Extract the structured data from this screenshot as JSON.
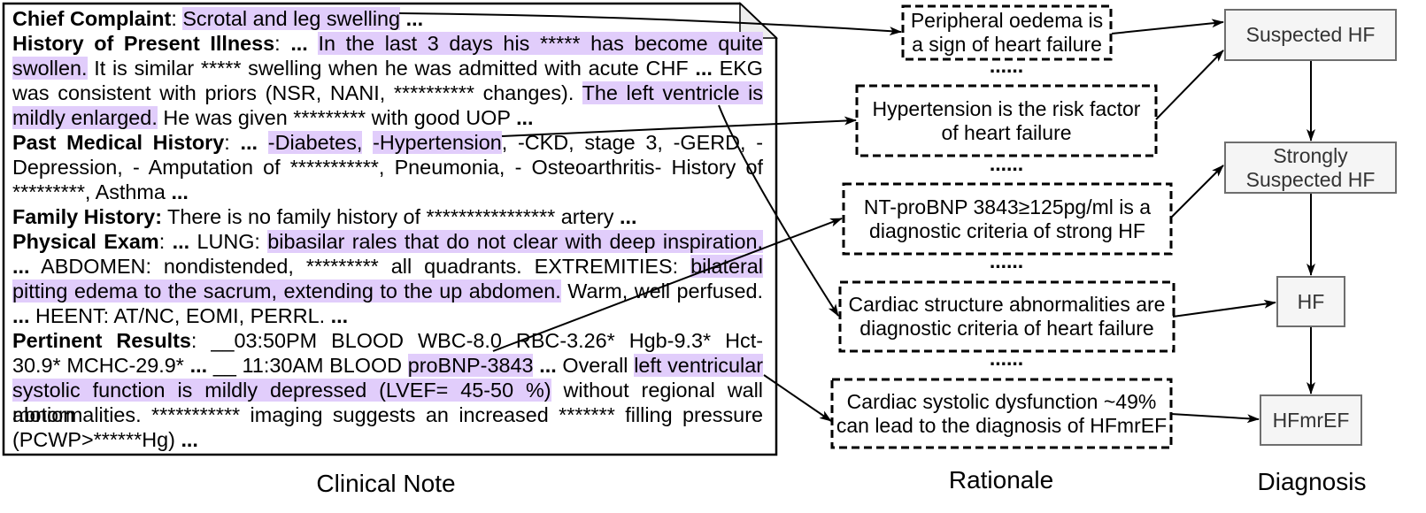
{
  "colors": {
    "highlight": "#e1cdfb",
    "diagnosis_fill": "#f5f5f5",
    "diagnosis_border": "#6e6e6e",
    "diagnosis_text": "#333333",
    "arrow": "#000000"
  },
  "labels": {
    "clinical_note": "Clinical Note",
    "rationale": "Rationale",
    "diagnosis": "Diagnosis"
  },
  "clinical_note": {
    "lines": [
      {
        "align": "left",
        "seg": [
          [
            "Chief Complaint",
            "b"
          ],
          [
            ": ",
            ""
          ],
          [
            "Scrotal and leg swelling",
            "h"
          ],
          [
            " ",
            ""
          ],
          [
            "...",
            "b"
          ]
        ]
      },
      {
        "align": "justify",
        "seg": [
          [
            "History of Present Illness",
            "b"
          ],
          [
            ": ",
            ""
          ],
          [
            "...",
            "b"
          ],
          [
            " ",
            ""
          ],
          [
            "In the last 3 days his ***** has become quite",
            "h"
          ]
        ]
      },
      {
        "align": "justify",
        "seg": [
          [
            "swollen.",
            "h"
          ],
          [
            " It is similar ***** swelling when he was admitted with acute CHF ",
            ""
          ],
          [
            "...",
            "b"
          ],
          [
            " EKG",
            ""
          ]
        ]
      },
      {
        "align": "justify",
        "seg": [
          [
            "was consistent with priors (NSR, NANI, ********** changes). ",
            ""
          ],
          [
            "The left ventricle is",
            "h"
          ]
        ]
      },
      {
        "align": "left",
        "seg": [
          [
            "mildly enlarged.",
            "h"
          ],
          [
            " He was given ********* with good UOP ",
            ""
          ],
          [
            "...",
            "b"
          ]
        ]
      },
      {
        "align": "justify",
        "seg": [
          [
            "Past Medical History",
            "b"
          ],
          [
            ": ",
            ""
          ],
          [
            "...",
            "b"
          ],
          [
            " ",
            ""
          ],
          [
            "-Diabetes,",
            "h"
          ],
          [
            " ",
            ""
          ],
          [
            "-Hypertension",
            "h"
          ],
          [
            ", -CKD, stage 3, -GERD, -",
            ""
          ]
        ]
      },
      {
        "align": "justify",
        "seg": [
          [
            "Depression, - Amputation of ***********, Pneumonia, - Osteoarthritis- History of",
            ""
          ]
        ]
      },
      {
        "align": "left",
        "seg": [
          [
            "*********, Asthma  ",
            ""
          ],
          [
            "...",
            "b"
          ]
        ]
      },
      {
        "align": "left",
        "seg": [
          [
            "Family History:",
            "b"
          ],
          [
            "  There is no family history of **************** artery ",
            ""
          ],
          [
            "...",
            "b"
          ]
        ]
      },
      {
        "align": "justify",
        "seg": [
          [
            "Physical Exam",
            "b"
          ],
          [
            ": ",
            ""
          ],
          [
            "...",
            "b"
          ],
          [
            " LUNG: ",
            ""
          ],
          [
            "bibasilar rales that do not clear with deep inspiration.",
            "h"
          ]
        ]
      },
      {
        "align": "justify",
        "seg": [
          [
            "...",
            "b"
          ],
          [
            " ABDOMEN: nondistended, ********* all quadrants. EXTREMITIES: ",
            ""
          ],
          [
            "bilateral",
            "h"
          ]
        ]
      },
      {
        "align": "justify",
        "seg": [
          [
            "pitting edema to the sacrum, extending to the up abdomen.",
            "h"
          ],
          [
            " Warm, well perfused.",
            ""
          ]
        ]
      },
      {
        "align": "left",
        "seg": [
          [
            "...",
            "b"
          ],
          [
            " HEENT: AT/NC, EOMI, PERRL. ",
            ""
          ],
          [
            "...",
            "b"
          ]
        ]
      },
      {
        "align": "justify",
        "seg": [
          [
            "Pertinent Results",
            "b"
          ],
          [
            ": __03:50PM BLOOD WBC-8.0 RBC-3.26* Hgb-9.3* Hct-",
            ""
          ]
        ]
      },
      {
        "align": "justify",
        "seg": [
          [
            "30.9* MCHC-29.9* ",
            ""
          ],
          [
            "...",
            "b"
          ],
          [
            " __ 11:30AM BLOOD ",
            ""
          ],
          [
            "proBNP-3843",
            "h"
          ],
          [
            " ",
            ""
          ],
          [
            "...",
            "b"
          ],
          [
            " Overall ",
            ""
          ],
          [
            "left ventricular",
            "h"
          ]
        ]
      },
      {
        "align": "justify",
        "seg": [
          [
            "systolic function is mildly depressed (LVEF= 45-50 %)",
            "h"
          ],
          [
            " without regional wall motion",
            ""
          ]
        ]
      },
      {
        "align": "justify",
        "seg": [
          [
            "abnormalities. *********** imaging suggests an increased ******* filling pressure",
            ""
          ]
        ]
      },
      {
        "align": "left",
        "seg": [
          [
            "(PCWP>******Hg) ",
            ""
          ],
          [
            "...",
            "b"
          ]
        ]
      }
    ]
  },
  "rationale": {
    "separator": "......",
    "items": [
      {
        "lines": [
          "Peripheral oedema is",
          "a sign of heart failure"
        ]
      },
      {
        "lines": [
          "Hypertension is the risk factor",
          "of heart failure"
        ]
      },
      {
        "lines": [
          "NT-proBNP 3843≥125pg/ml is a",
          "diagnostic criteria of strong HF"
        ]
      },
      {
        "lines": [
          "Cardiac structure abnormalities are",
          "diagnostic criteria of heart failure"
        ]
      },
      {
        "lines": [
          "Cardiac systolic dysfunction ~49%",
          "can lead to the diagnosis of HFmrEF"
        ]
      }
    ]
  },
  "diagnosis": {
    "items": [
      {
        "lines": [
          "Suspected HF"
        ]
      },
      {
        "lines": [
          "Strongly",
          "Suspected HF"
        ]
      },
      {
        "lines": [
          "HF"
        ]
      },
      {
        "lines": [
          "HFmrEF"
        ]
      }
    ]
  },
  "links": [
    {
      "from": "Scrotal and leg swelling",
      "to": "Peripheral oedema is a sign of heart failure"
    },
    {
      "from": "-Hypertension",
      "to": "Hypertension is the risk factor of heart failure"
    },
    {
      "from": "The left ventricle is mildly enlarged.",
      "to": "Cardiac structure abnormalities are diagnostic criteria of heart failure"
    },
    {
      "from": "proBNP-3843",
      "to": "NT-proBNP 3843≥125pg/ml is a diagnostic criteria of strong HF"
    },
    {
      "from": "left ventricular systolic function is mildly depressed (LVEF= 45-50 %)",
      "to": "Cardiac systolic dysfunction ~49% can lead to the diagnosis of HFmrEF"
    },
    {
      "from": "Peripheral oedema is a sign of heart failure",
      "to": "Suspected HF"
    },
    {
      "from": "Hypertension is the risk factor of heart failure",
      "to": "Suspected HF"
    },
    {
      "from": "NT-proBNP 3843≥125pg/ml is a diagnostic criteria of strong HF",
      "to": "Strongly Suspected HF"
    },
    {
      "from": "Cardiac structure abnormalities are diagnostic criteria of heart failure",
      "to": "HF"
    },
    {
      "from": "Cardiac systolic dysfunction ~49% can lead to the diagnosis of HFmrEF",
      "to": "HFmrEF"
    },
    {
      "from": "Suspected HF",
      "to": "Strongly Suspected HF"
    },
    {
      "from": "Strongly Suspected HF",
      "to": "HF"
    },
    {
      "from": "HF",
      "to": "HFmrEF"
    }
  ]
}
